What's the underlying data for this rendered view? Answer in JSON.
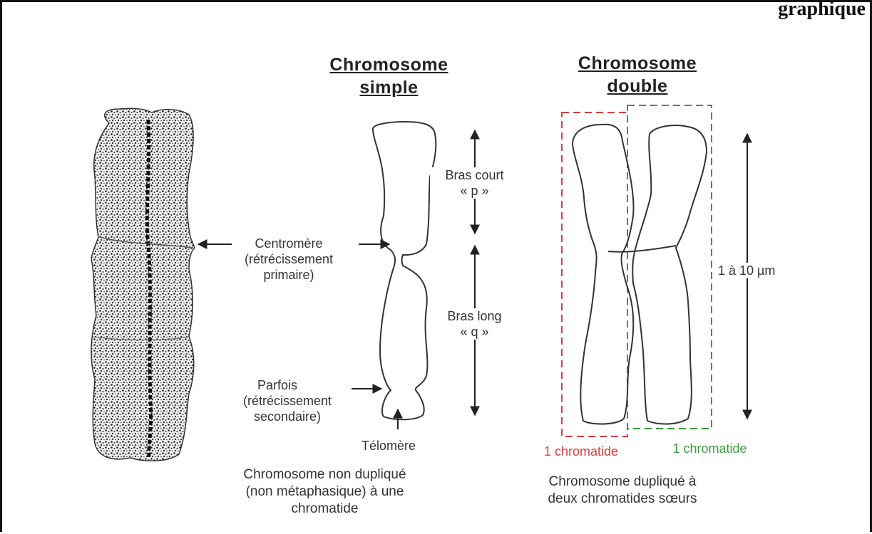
{
  "header": {
    "top_right_text": "graphique"
  },
  "headings": {
    "simple_line1": "Chromosome",
    "simple_line2": "simple",
    "double_line1": "Chromosome",
    "double_line2": "double"
  },
  "labels": {
    "centromere_line1": "Centromère",
    "centromere_line2": "(rétrécissement",
    "centromere_line3": "primaire)",
    "parfois_line1": "Parfois",
    "parfois_line2": "(rétrécissement",
    "parfois_line3": "secondaire)",
    "telomere": "Télomère",
    "short_arm_line1": "Bras court",
    "short_arm_line2": "« p »",
    "long_arm_line1": "Bras long",
    "long_arm_line2": "« q »",
    "size_range": "1 à 10 µm",
    "chromatid_left": "1 chromatide",
    "chromatid_right": "1 chromatide"
  },
  "captions": {
    "simple_line1": "Chromosome non dupliqué",
    "simple_line2": "(non métaphasique) à une",
    "simple_line3": "chromatide",
    "double_line1": "Chromosome dupliqué à",
    "double_line2": "deux chromatides sœurs"
  },
  "colors": {
    "chromatid_left_box": "#e03a3a",
    "chromatid_right_box": "#3a9a3a",
    "outline": "#333333"
  }
}
